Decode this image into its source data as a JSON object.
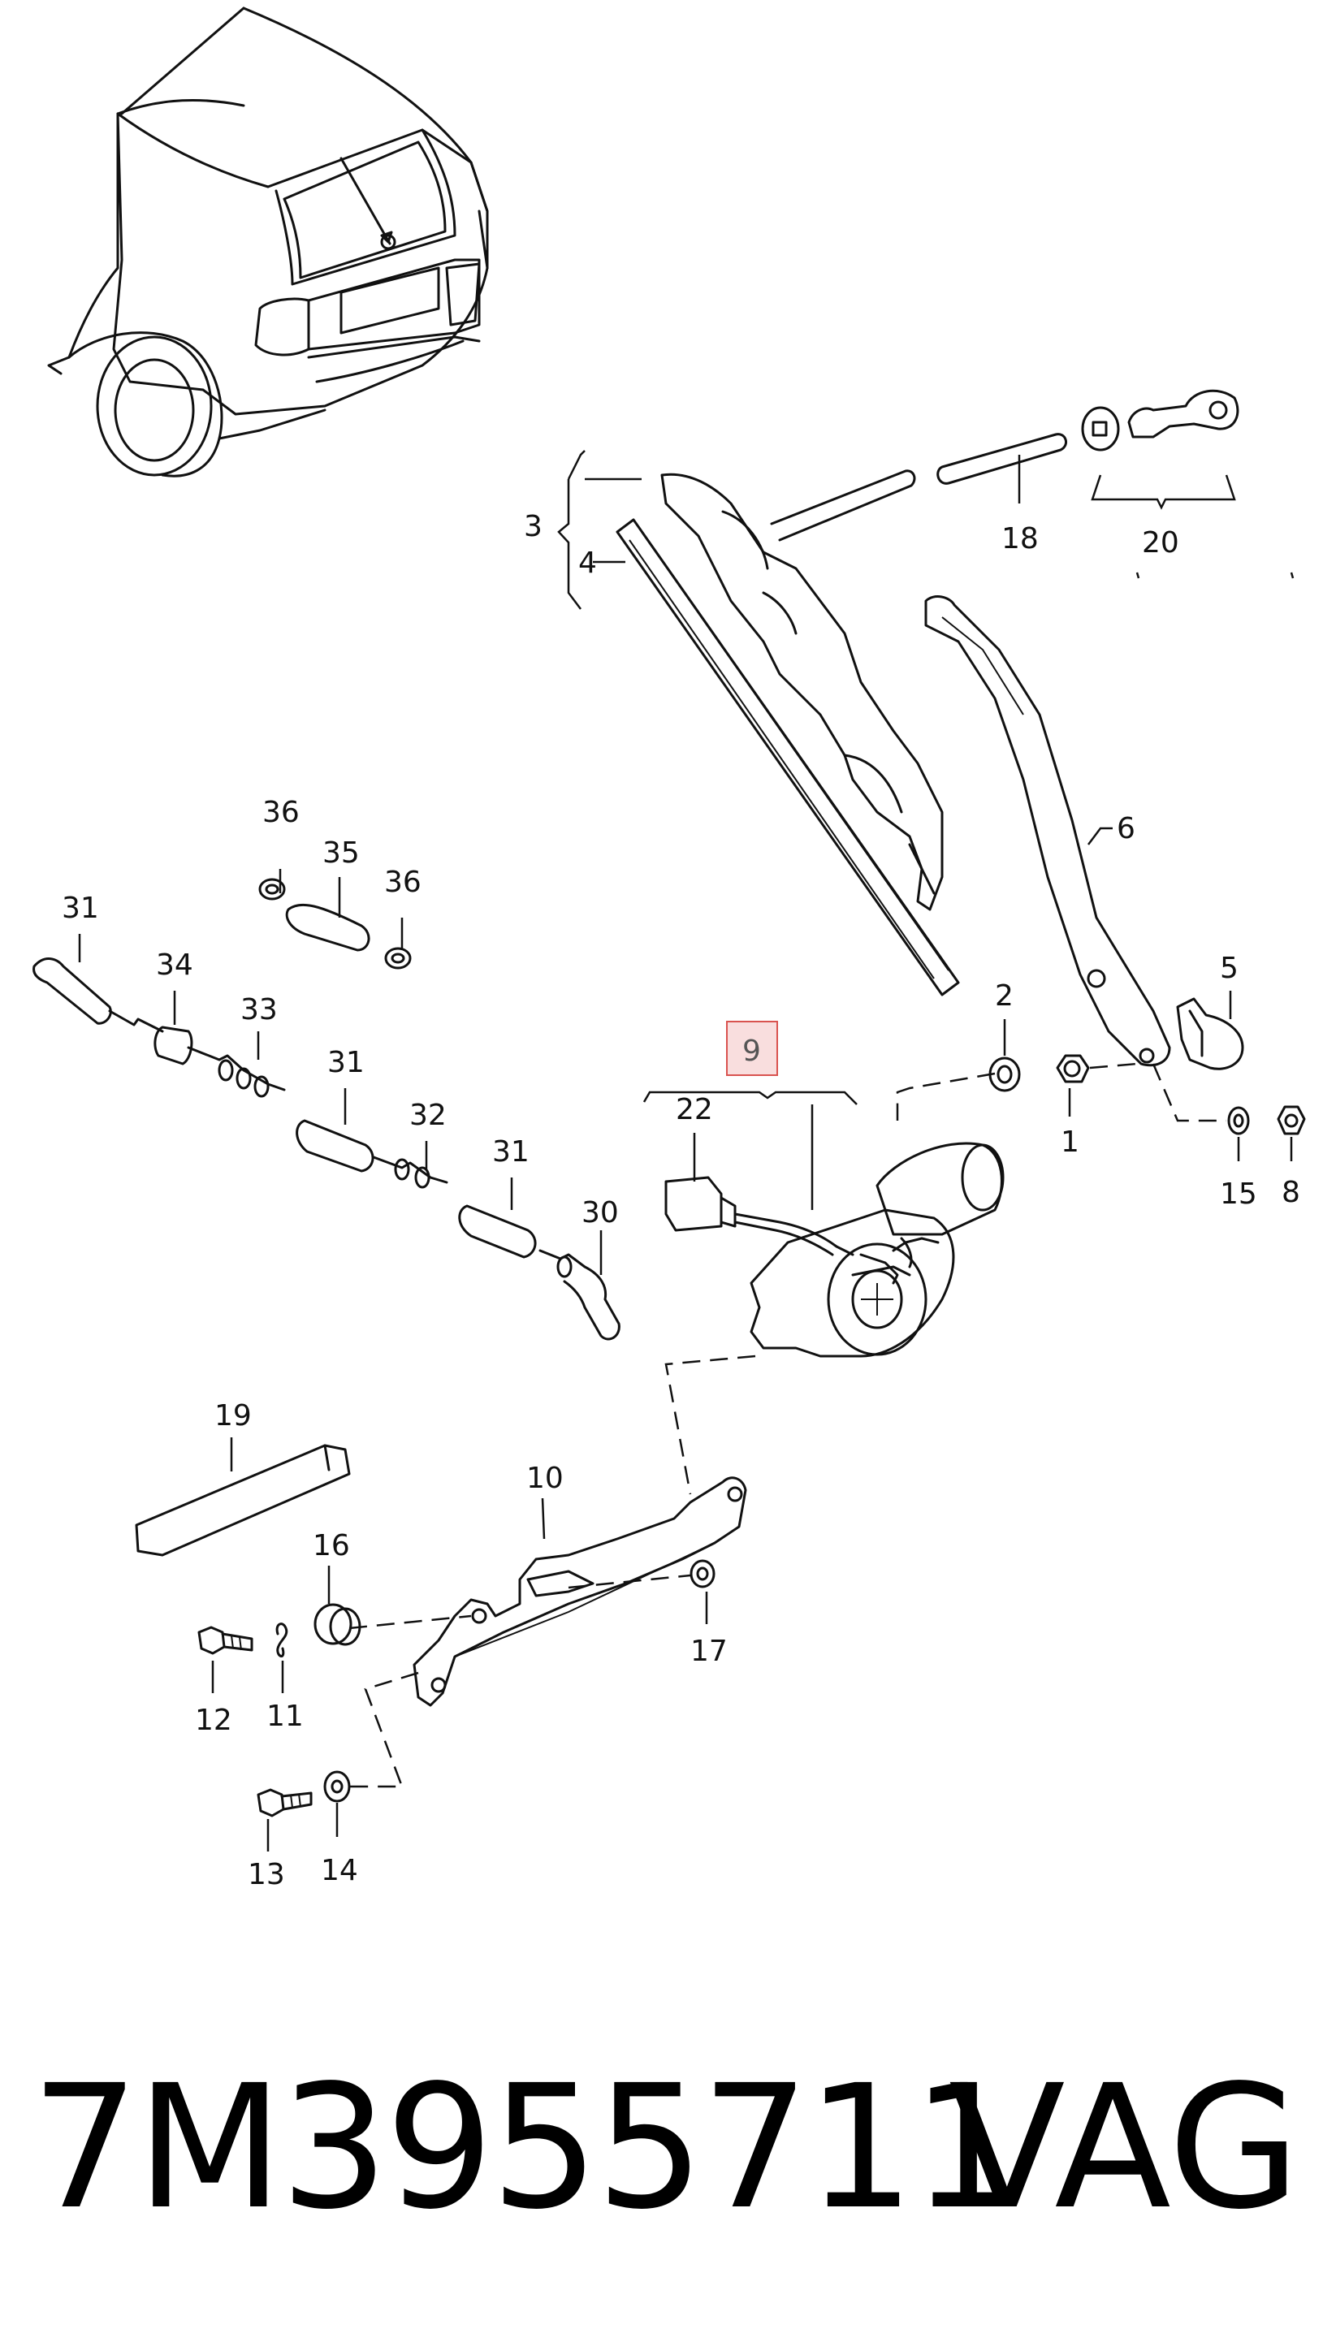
{
  "diagram": {
    "highlighted_callout": "9",
    "callouts": {
      "c1": "1",
      "c2": "2",
      "c3": "3",
      "c4": "4",
      "c5": "5",
      "c6": "6",
      "c8": "8",
      "c9": "9",
      "c10": "10",
      "c11": "11",
      "c12": "12",
      "c13": "13",
      "c14": "14",
      "c15": "15",
      "c16": "16",
      "c17": "17",
      "c18": "18",
      "c19": "19",
      "c20": "20",
      "c22": "22",
      "c30": "30",
      "c31a": "31",
      "c31b": "31",
      "c31c": "31",
      "c32": "32",
      "c33": "33",
      "c34": "34",
      "c35": "35",
      "c36a": "36",
      "c36b": "36"
    }
  },
  "footer": {
    "part_number": "7M3955711",
    "brand": "VAG"
  },
  "colors": {
    "highlight_fill": "#f9dede",
    "highlight_stroke": "#d9534f",
    "line": "#111111"
  }
}
